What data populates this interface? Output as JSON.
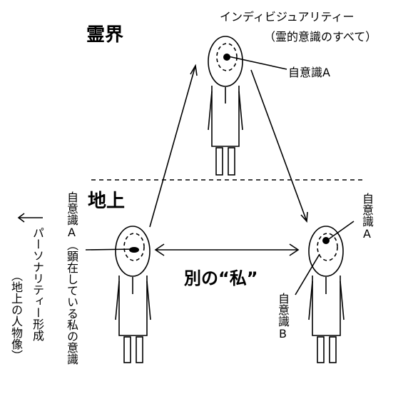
{
  "realm": {
    "spirit_world": "霊界",
    "earthly": "地上"
  },
  "top_figure": {
    "title": "インディビジュアリティー",
    "subtitle": "（霊的意識のすべて）",
    "pointer_label": "自意識A"
  },
  "left_figure": {
    "label_primary": "自意識A（顕在している私の意識",
    "label_secondary": "パーソナリティー形成",
    "label_tertiary": "（地上の人物像）"
  },
  "right_figure": {
    "label_a": "自意識A",
    "label_b": "自意識B"
  },
  "center_label": "別の“私”"
}
